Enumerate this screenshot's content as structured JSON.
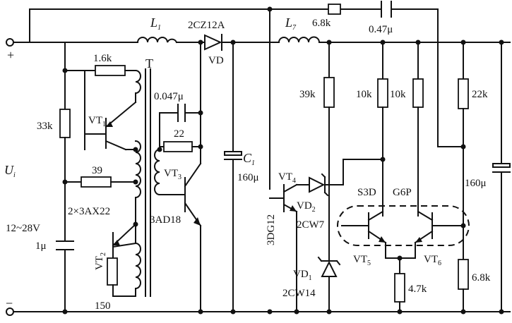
{
  "terminals": {
    "plus": "+",
    "minus": "−",
    "input_voltage": "U",
    "input_voltage_sub": "i",
    "input_range": "12~28V"
  },
  "inductors": {
    "l1": "L",
    "l1_sub": "1",
    "l7": "L",
    "l7_sub": "7"
  },
  "transformer": "T",
  "diodes": {
    "vd_part": "2CZ12A",
    "vd": "VD",
    "vd2": "VD",
    "vd2_sub": "2",
    "vd2_part": "2CW7",
    "vd1": "VD",
    "vd1_sub": "1",
    "vd1_part": "2CW14"
  },
  "capacitors": {
    "c_top": "0.47μ",
    "c_coupling": "0.047μ",
    "c1": "C",
    "c1_sub": "1",
    "c1_value": "160μ",
    "c_out": "160μ",
    "c_in": "1μ"
  },
  "resistors": {
    "r_base_vt1": "1.6k",
    "r_bias": "33k",
    "r_39": "39",
    "r_22": "22",
    "r_150": "150",
    "r_feedback": "6.8k",
    "r_39k": "39k",
    "r_10k_a": "10k",
    "r_10k_b": "10k",
    "r_22k": "22k",
    "r_emitter": "4.7k",
    "r_lower": "6.8k"
  },
  "transistors": {
    "vt1": "VT",
    "vt1_sub": "1",
    "vt2": "VT",
    "vt2_sub": "2",
    "pair_part": "2×3AX22",
    "vt3": "VT",
    "vt3_sub": "3",
    "vt3_part": "3AD18",
    "vt4": "VT",
    "vt4_sub": "4",
    "vt4_part": "3DG12",
    "vt5": "VT",
    "vt5_sub": "5",
    "vt6": "VT",
    "vt6_sub": "6",
    "diff_pair_left": "S3D",
    "diff_pair_right": "G6P"
  }
}
